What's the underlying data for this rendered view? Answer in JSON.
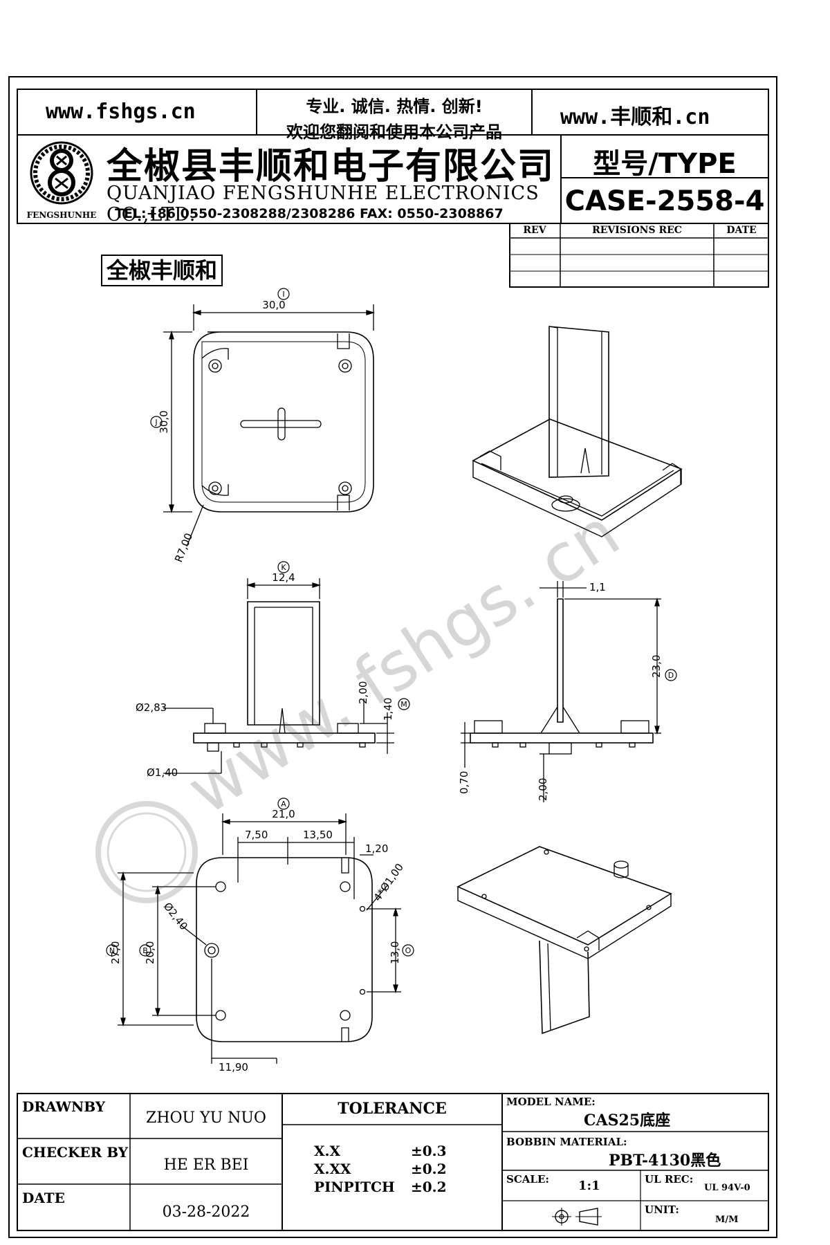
{
  "header": {
    "url_left": "www.fshgs.cn",
    "slogan_line1": "专业. 诚信. 热情. 创新!",
    "slogan_line2": "欢迎您翻阅和使用本公司产品",
    "url_right": "www.丰顺和.cn",
    "company_cn": "全椒县丰顺和电子有限公司",
    "company_en": "QUANJIAO FENGSHUNHE ELECTRONICS CO.,LTD.",
    "contact": "TEL:+86 0550-2308288/2308286 FAX: 0550-2308867",
    "logo_caption": "FENGSHUNHE",
    "type_label": "型号/TYPE",
    "type_value": "CASE-2558-4"
  },
  "revisions": {
    "headers": [
      "REV",
      "REVISIONS REC",
      "DATE"
    ]
  },
  "brand_tag": "全椒丰顺和",
  "watermark": "www. fshgs. cn",
  "dimensions": {
    "top_width": "30,0",
    "top_height": "30,0",
    "radius": "R7,00",
    "front_width": "12,4",
    "front_h1": "2,00",
    "front_h2": "1,40",
    "front_d1": "Ø2,83",
    "front_d2": "Ø1,40",
    "side_thk": "1,1",
    "side_height": "23,0",
    "side_a": "0,70",
    "side_b": "2,00",
    "bot_width": "21,0",
    "bot_a": "7,50",
    "bot_b": "13,50",
    "bot_c": "1,20",
    "bot_holes": "4*Ø1,00",
    "bot_d": "Ø2,40",
    "bot_h1": "27,0",
    "bot_h2": "20,0",
    "bot_h3": "13,0",
    "bot_w2": "11,90"
  },
  "markers": {
    "I": "I",
    "J": "J",
    "K": "K",
    "D": "D",
    "M": "M",
    "A": "A",
    "B": "B",
    "N": "N",
    "O": "O"
  },
  "title_block": {
    "drawnby_label": "DRAWNBY",
    "drawnby_value": "ZHOU YU NUO",
    "checker_label": "CHECKER BY",
    "checker_value": "HE ER BEI",
    "date_label": "DATE",
    "date_value": "03-28-2022",
    "tolerance_label": "TOLERANCE",
    "tol_rows": [
      {
        "k": "X.X",
        "v": "±0.3"
      },
      {
        "k": "X.XX",
        "v": "±0.2"
      },
      {
        "k": "PINPITCH",
        "v": "±0.2"
      }
    ],
    "model_label": "MODEL NAME:",
    "model_value": "CAS25底座",
    "material_label": "BOBBIN MATERIAL:",
    "material_value": "PBT-4130黑色",
    "scale_label": "SCALE:",
    "scale_value": "1:1",
    "ul_label": "UL REC:",
    "ul_value": "UL 94V-0",
    "unit_label": "UNIT:",
    "unit_value": "M/M"
  }
}
